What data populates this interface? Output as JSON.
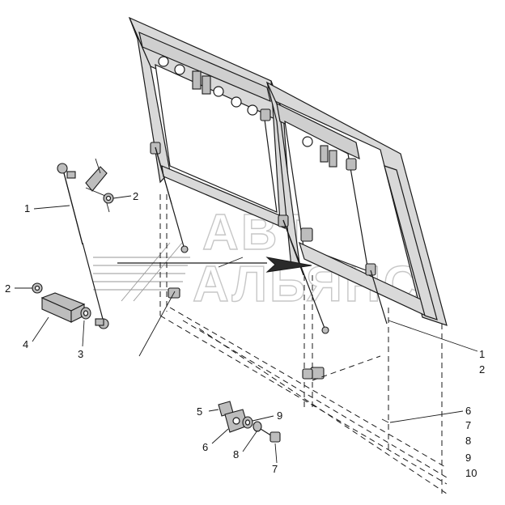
{
  "watermark": {
    "line1": "АВТО",
    "line2": "АЛЬЯНС"
  },
  "labels": {
    "left_1": "1",
    "left_2_top": "2",
    "left_2_mid": "2",
    "left_4": "4",
    "left_3": "3",
    "right_1": "1",
    "right_2": "2",
    "right_6": "6",
    "right_7": "7",
    "right_8": "8",
    "right_9": "9",
    "right_10": "10",
    "bottom_5": "5",
    "bottom_9": "9",
    "bottom_6": "6",
    "bottom_8": "8",
    "bottom_7": "7"
  }
}
